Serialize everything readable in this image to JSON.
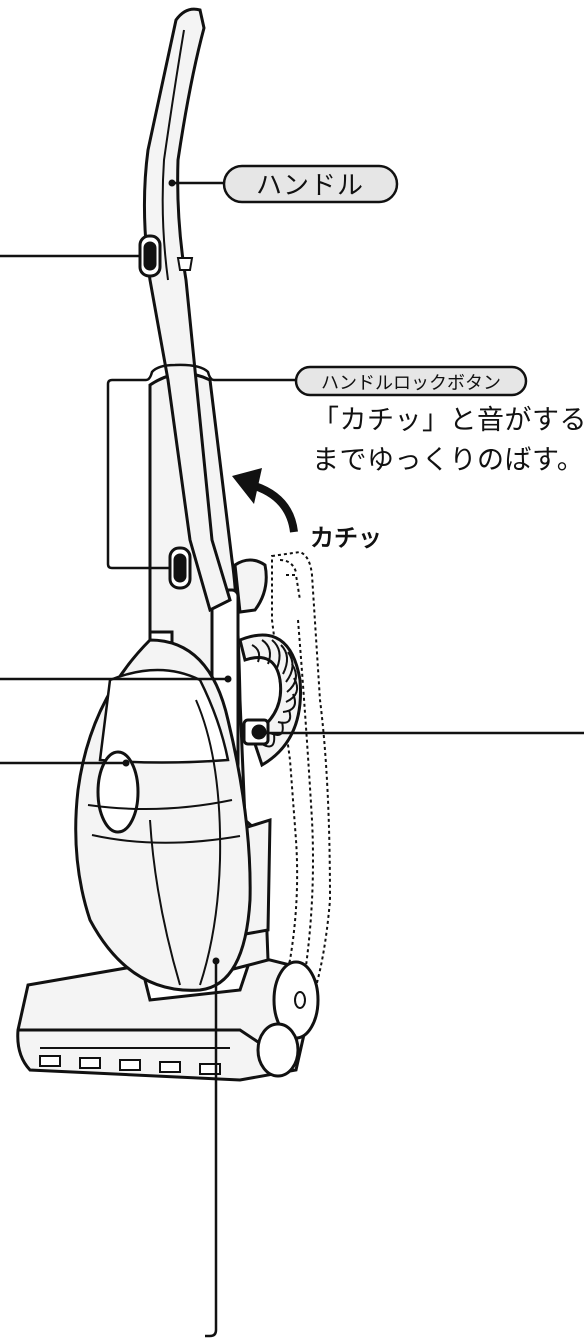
{
  "labels": {
    "handle": "ハンドル",
    "handle_lock_button": "ハンドルロックボタン"
  },
  "instruction": {
    "line1": "「カチッ」と音がする",
    "line2": "までゆっくりのばす。"
  },
  "sound_effect": "カチッ",
  "colors": {
    "line": "#111111",
    "body_fill": "#f4f4f4",
    "pill_fill": "#e6e6e6"
  }
}
